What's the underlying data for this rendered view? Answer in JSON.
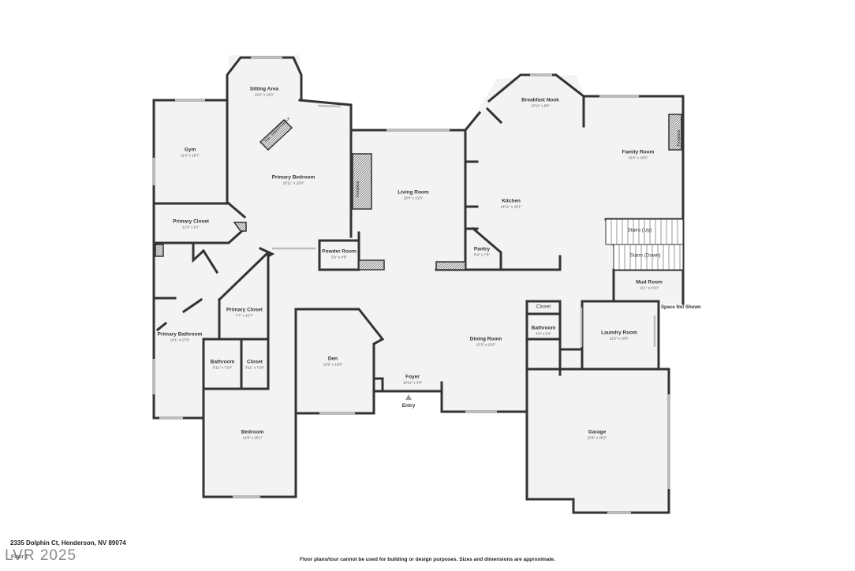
{
  "rooms": {
    "sitting_area": {
      "name": "Sitting Area",
      "dims": "12'9\" x 13'3\""
    },
    "gym": {
      "name": "Gym",
      "dims": "11'4\" x 16'7\""
    },
    "primary_bedroom": {
      "name": "Primary Bedroom",
      "dims": "19'11\" x 22'8\""
    },
    "primary_closet_1": {
      "name": "Primary Closet",
      "dims": "12'3\" x 6'1\""
    },
    "living_room": {
      "name": "Living Room",
      "dims": "18'4\" x 21'5\""
    },
    "breakfast_nook": {
      "name": "Breakfast Nook",
      "dims": "13'11\" x 8'6\""
    },
    "family_room": {
      "name": "Family Room",
      "dims": "16'0\" x 19'5\""
    },
    "kitchen": {
      "name": "Kitchen",
      "dims": "14'11\" x 26'1\""
    },
    "powder_room": {
      "name": "Powder Room",
      "dims": "5'6\" x 4'6\""
    },
    "pantry": {
      "name": "Pantry",
      "dims": "5'4\" x 7'3\""
    },
    "mud_room": {
      "name": "Mud Room",
      "dims": "11'1\" x 4'10\""
    },
    "primary_closet_2": {
      "name": "Primary Closet",
      "dims": "7'7\" x 12'7\""
    },
    "primary_bathroom": {
      "name": "Primary Bathroom",
      "dims": "10'1\" x 27'9\""
    },
    "den": {
      "name": "Den",
      "dims": "12'5\" x 16'9\""
    },
    "dining_room": {
      "name": "Dining Room",
      "dims": "13'3\" x 22'6\""
    },
    "bathroom_right": {
      "name": "Bathroom",
      "dims": "4'9\" x 5'4\""
    },
    "laundry_room": {
      "name": "Laundry Room",
      "dims": "11'5\" x 10'9\""
    },
    "bathroom_left": {
      "name": "Bathroom",
      "dims": "5'11\" x 7'10\""
    },
    "closet_left": {
      "name": "Closet",
      "dims": "3'11\" x 7'10\""
    },
    "foyer": {
      "name": "Foyer",
      "dims": "10'11\" x 4'9\""
    },
    "bedroom": {
      "name": "Bedroom",
      "dims": "14'6\" x 25'1\""
    },
    "garage": {
      "name": "Garage",
      "dims": "22'6\" x 26'2\""
    }
  },
  "labels": {
    "stairs_up": "Stairs (Up)",
    "stairs_down": "Stairs (Down)",
    "closet_small": "Closet",
    "space_not_shown": "Space Not Shown",
    "entry": "Entry",
    "fireplace": "Fireplace",
    "two_sided_fireplace": "Two - Sided Fireplace"
  },
  "footer": {
    "address": "2335 Dolphin Ct, Henderson, NV 89074",
    "floor": "Floor 1",
    "brand": "LVR 2025",
    "disclaimer": "Floor plans/tour cannot be used for building or design purposes. Sizes and dimensions are approximate."
  },
  "colors": {
    "wall": "#333333",
    "floor": "#f3f3f3",
    "window": "#bdbdbd",
    "hatch": "#555555"
  }
}
